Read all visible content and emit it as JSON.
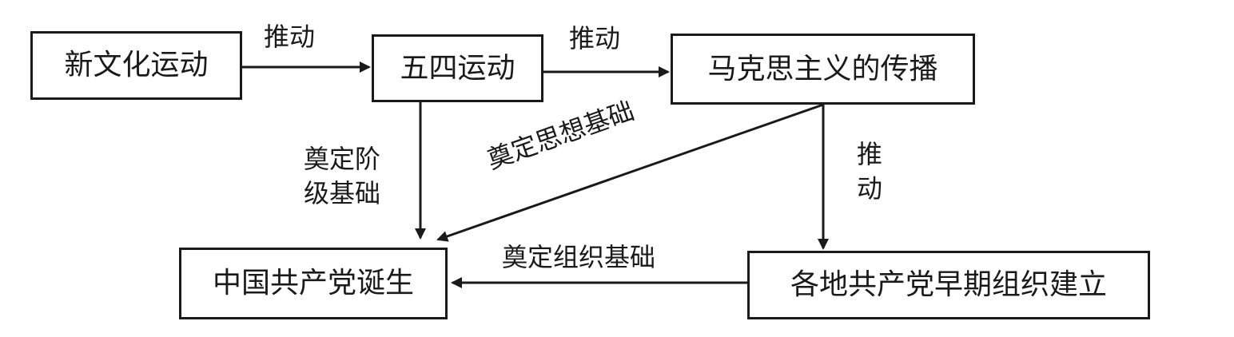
{
  "nodes": {
    "new_culture": "新文化运动",
    "may_fourth": "五四运动",
    "marxism": "马克思主义的传播",
    "ccp_founded": "中国共产党诞生",
    "early_orgs": "各地共产党早期组织建立"
  },
  "edges": {
    "new_culture_to_may_fourth": "推动",
    "may_fourth_to_marxism": "推动",
    "marxism_to_early_orgs_1": "推",
    "marxism_to_early_orgs_2": "动",
    "may_fourth_to_ccp_1": "奠定阶",
    "may_fourth_to_ccp_2": "级基础",
    "marxism_to_ccp": "奠定思想基础",
    "early_orgs_to_ccp": "奠定组织基础"
  }
}
